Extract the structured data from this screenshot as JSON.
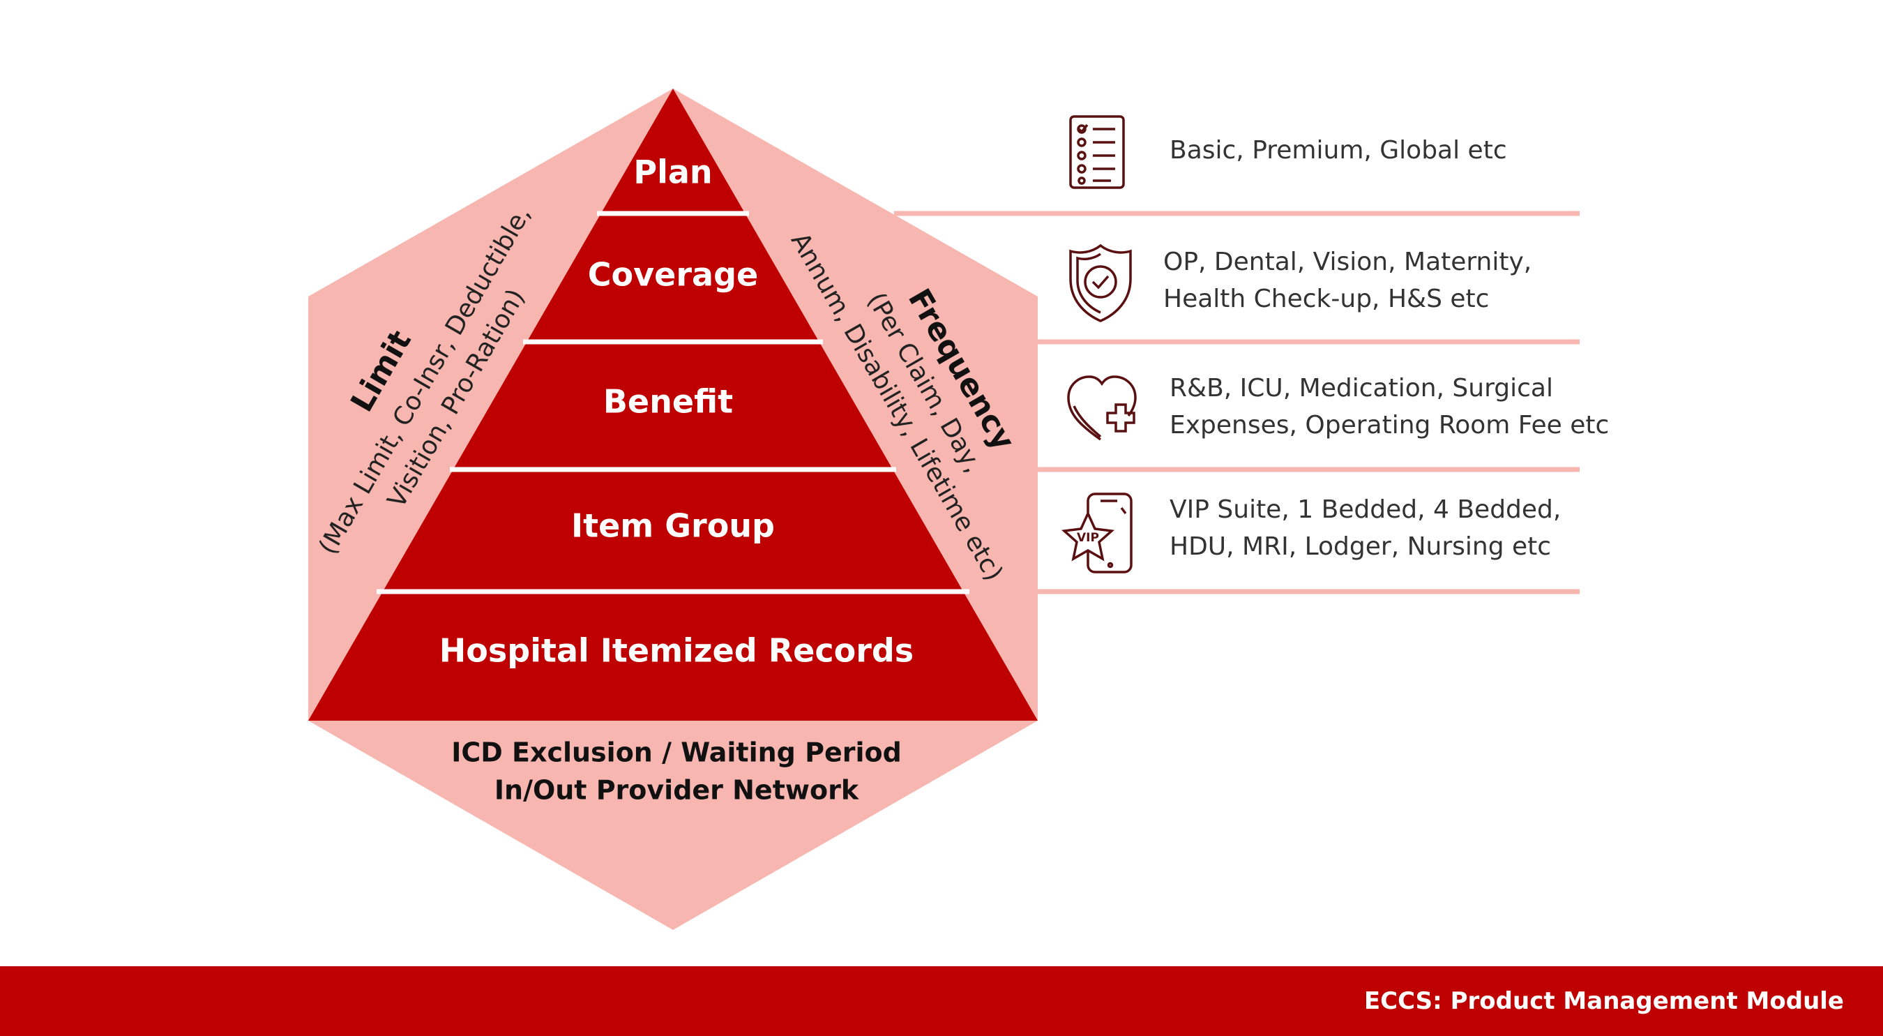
{
  "colors": {
    "pyramid": "#bf0000",
    "hexagon": "#f8b6b0",
    "divider": "#f8b6b0",
    "footer": "#bf0000",
    "icon": "#5a1010"
  },
  "pyramid": {
    "tiers": [
      {
        "label": "Plan"
      },
      {
        "label": "Coverage"
      },
      {
        "label": "Benefit"
      },
      {
        "label": "Item Group"
      },
      {
        "label": "Hospital Itemized Records"
      }
    ],
    "base_lines": [
      "ICD Exclusion / Waiting Period",
      "In/Out Provider Network"
    ]
  },
  "left_side": {
    "title": "Limit",
    "sub_lines": [
      "(Max Limit, Co-Insr, Deductible,",
      "Visition, Pro-Ration)"
    ]
  },
  "right_side": {
    "title": "Frequency",
    "sub_lines": [
      "(Per Claim, Day,",
      "Annum, Disability, Lifetime etc)"
    ]
  },
  "details": [
    {
      "icon": "checklist-icon",
      "lines": [
        "Basic, Premium, Global etc"
      ]
    },
    {
      "icon": "shield-check-icon",
      "lines": [
        "OP, Dental, Vision, Maternity,",
        "Health Check-up, H&S etc"
      ]
    },
    {
      "icon": "heart-plus-icon",
      "lines": [
        "R&B, ICU, Medication, Surgical",
        "Expenses, Operating Room Fee etc"
      ]
    },
    {
      "icon": "phone-vip-icon",
      "lines": [
        "VIP Suite, 1 Bedded, 4 Bedded,",
        "HDU, MRI, Lodger, Nursing etc"
      ]
    }
  ],
  "footer": {
    "text": "ECCS: Product Management Module"
  }
}
